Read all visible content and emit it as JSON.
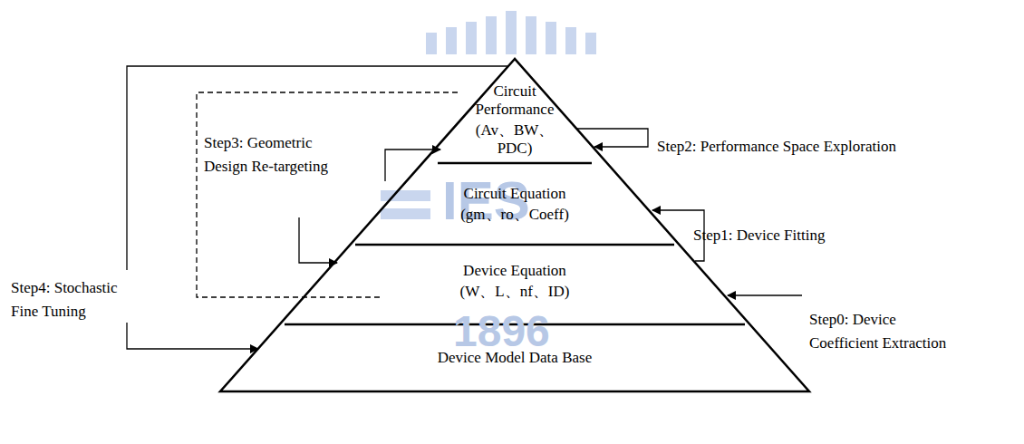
{
  "diagram": {
    "nodes": [
      {
        "text": [
          "Circuit Performance",
          "(Av、BW、PDC)"
        ]
      },
      {
        "text": [
          "Circuit Equation",
          "(gm、ro、Coeff)"
        ]
      },
      {
        "text": [
          "Device Equation",
          "(W、L、nf、ID)"
        ]
      },
      {
        "text": [
          "Device Model Data Base"
        ]
      }
    ],
    "labels": [
      "Step2: Performance Space Exploration",
      "Step1: Device Fitting",
      "Step0: Device Coefficient Extraction",
      "Step3: Geometric Design Re-targeting",
      "Step4: Stochastic Fine Tuning",
      "IES",
      "1896"
    ]
  }
}
